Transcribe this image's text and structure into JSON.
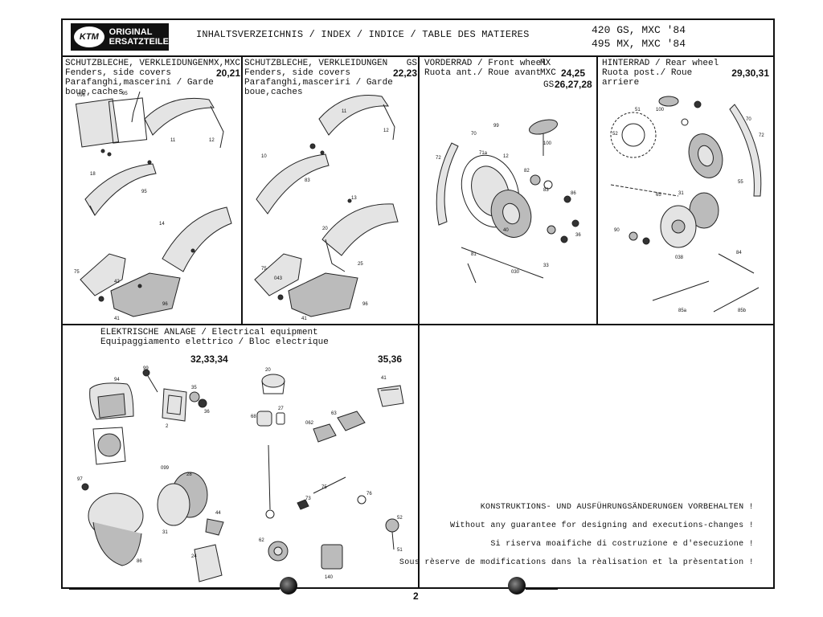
{
  "header": {
    "logo_line1": "ORIGINAL",
    "logo_line2": "ERSATZTEILE",
    "logo_mark": "KTM",
    "title": "INHALTSVERZEICHNIS / INDEX / INDICE / TABLE DES MATIERES",
    "model_line1": "420 GS, MXC '84",
    "model_line2": "495 MX, MXC '84"
  },
  "sections": {
    "fenders_mx": {
      "line1": "SCHUTZBLECHE, VERKLEIDUNGEN",
      "models": "MX,MXC",
      "line2": "Fenders, side covers",
      "pages": "20,21",
      "line3": "Parafanghi,mascerini / Garde boue,caches"
    },
    "fenders_gs": {
      "line1": "SCHUTZBLECHE, VERKLEIDUNGEN",
      "models": "GS",
      "line2": "Fenders, side covers",
      "pages": "22,23",
      "line3": "Parafanghi,masceriri / Garde boue,caches"
    },
    "front_wheel": {
      "line1": "VORDERRAD / Front wheel",
      "line2": "Ruota ant./ Roue avant",
      "model_a": "MX",
      "model_b": "MXC",
      "pages_b": "24,25",
      "model_c": "GS",
      "pages_c": "26,27,28"
    },
    "rear_wheel": {
      "line1": "HINTERRAD / Rear wheel",
      "line2": "Ruota post./ Roue arriere",
      "pages": "29,30,31"
    },
    "electrical": {
      "line1": "ELEKTRISCHE ANLAGE / Electrical equipment",
      "line2": "Equipaggiamento elettrico / Bloc electrique",
      "pages_a": "32,33,34",
      "pages_b": "35,36"
    }
  },
  "disclaimer": [
    "KONSTRUKTIONS- UND AUSFÜHRUNGSÄNDERUNGEN VORBEHALTEN !",
    "Without any guarantee for designing and executions-changes !",
    "Si riserva moaifiche di costruzione e d'esecuzione !",
    "Sous rèserve de modifications dans la rèalisation et la prèsentation !"
  ],
  "page_number": "2"
}
